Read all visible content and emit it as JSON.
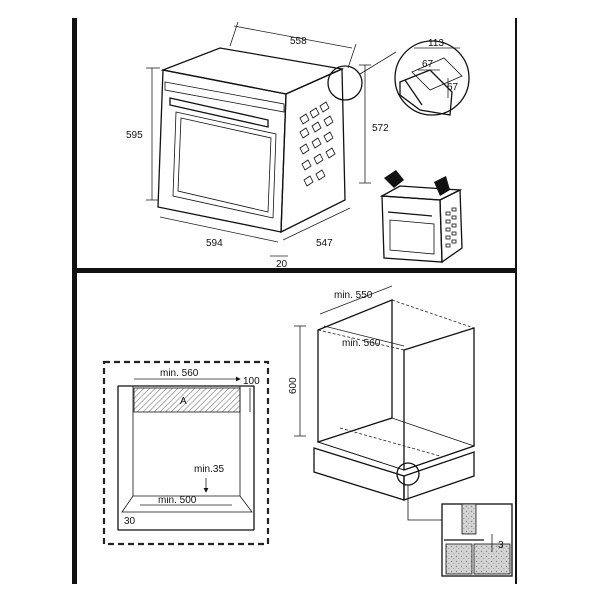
{
  "colors": {
    "ink": "#111111",
    "hatch": "#9a9a9a",
    "wood": "#c8c8c8",
    "paper": "#ffffff"
  },
  "oven": {
    "depth_total": "558",
    "height": "595",
    "width": "594",
    "body_depth": "547",
    "front_thickness": "20",
    "rear_height": "572"
  },
  "detail": {
    "top": "113",
    "mid": "67",
    "side": "67"
  },
  "cabinet_front": {
    "min_width": "min. 560",
    "top": "100",
    "panel_label": "A",
    "vent": "min.35",
    "base_min": "min. 500",
    "base_left": "30"
  },
  "cabinet_3d": {
    "depth_min": "min. 550",
    "width_min": "min. 560",
    "height": "600",
    "gap": "3"
  }
}
